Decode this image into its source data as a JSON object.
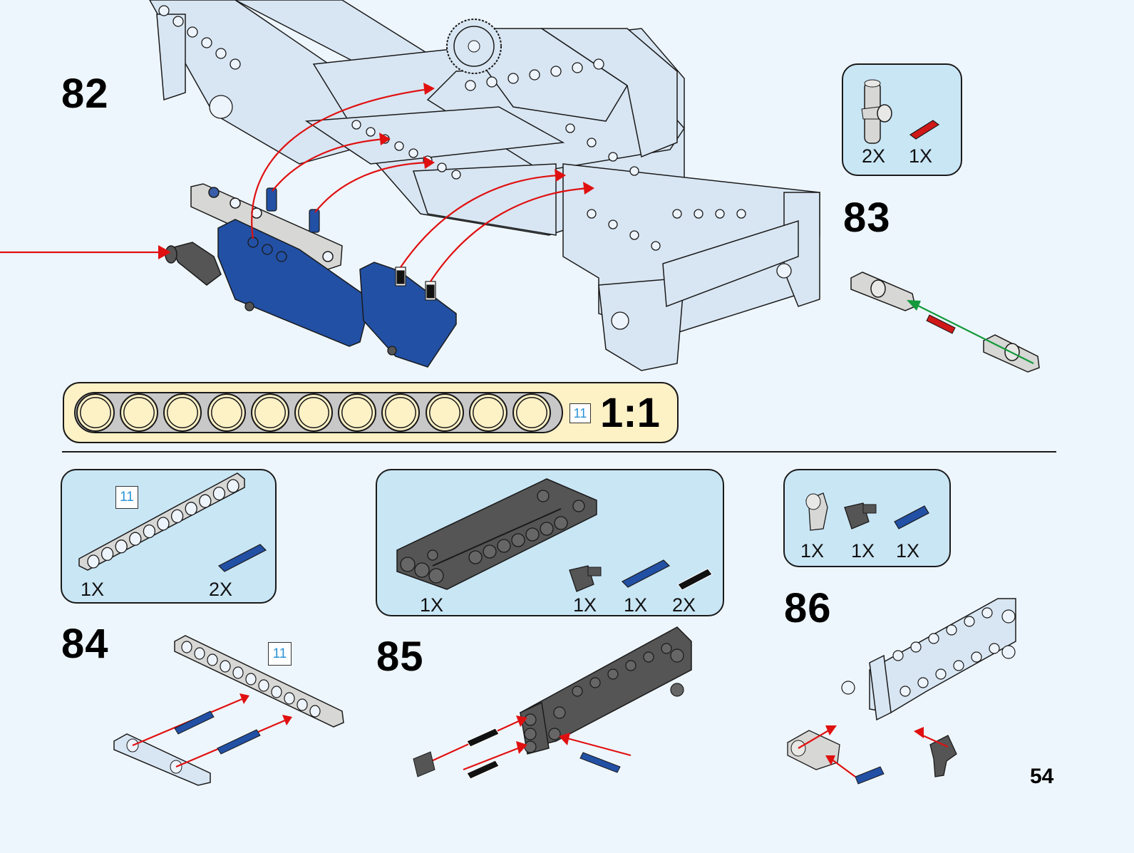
{
  "page": {
    "number": "54",
    "background": "#eef6fd"
  },
  "colors": {
    "callout_bg": "#c9e6f5",
    "ruler_bg": "#fdf1c6",
    "arrow_red": "#e01010",
    "arrow_green": "#139a3c",
    "part_blue": "#2250a4",
    "part_light": "#d8e6f3",
    "part_gray": "#d7d7d5",
    "part_dark": "#555555",
    "part_red": "#d01818",
    "badge_text": "#2a93d5"
  },
  "steps": [
    {
      "number": "82",
      "icon": "main-chassis-assembly"
    },
    {
      "number": "83",
      "icon": "axle-connector-subassembly"
    },
    {
      "number": "84",
      "icon": "beam-11-with-pins"
    },
    {
      "number": "85",
      "icon": "dark-panel-with-pins"
    },
    {
      "number": "86",
      "icon": "light-frame-with-connectors"
    }
  ],
  "callouts": {
    "step83": [
      {
        "part": "axle-connector-perpendicular-light-gray",
        "qty": "2X"
      },
      {
        "part": "axle-2-red",
        "qty": "1X"
      }
    ],
    "step84": {
      "badge": "11",
      "items": [
        {
          "part": "beam-11-light-gray",
          "qty": "1X"
        },
        {
          "part": "pin-3-blue",
          "qty": "2X"
        }
      ]
    },
    "step85": [
      {
        "part": "panel-dark-gray",
        "qty": "1X"
      },
      {
        "part": "axle-pin-connector-dark-gray",
        "qty": "1X"
      },
      {
        "part": "pin-3-blue",
        "qty": "1X"
      },
      {
        "part": "pin-black",
        "qty": "2X"
      }
    ],
    "step86": [
      {
        "part": "axle-connector-angled-light-gray",
        "qty": "1X"
      },
      {
        "part": "axle-pin-connector-dark-gray",
        "qty": "1X"
      },
      {
        "part": "axle-pin-blue",
        "qty": "1X"
      }
    ]
  },
  "ruler": {
    "holes": 11,
    "badge": "11",
    "scale": "1:1"
  },
  "step84_badge": "11"
}
